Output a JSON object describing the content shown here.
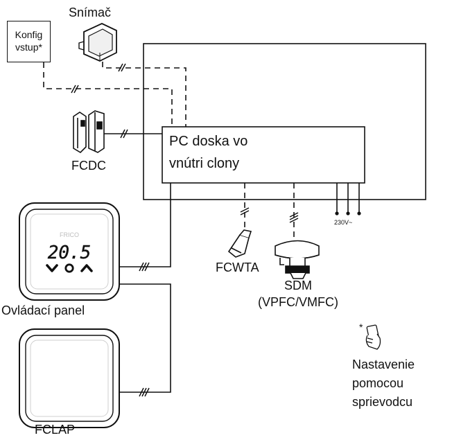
{
  "labels": {
    "snimac": "Snímač",
    "konfig_line1": "Konfig",
    "konfig_line2": "vstup*",
    "fcdc": "FCDC",
    "pc_line1": "PC doska vo",
    "pc_line2": "vnútri clony",
    "voltage": "230V~",
    "fcwta": "FCWTA",
    "sdm_line1": "SDM",
    "sdm_line2": "(VPFC/VMFC)",
    "panel_display": "20.5",
    "panel_brand": "FRICO",
    "ovladaci": "Ovládací panel",
    "fclap": "FCLAP",
    "asterisk": "*",
    "guide_line1": "Nastavenie",
    "guide_line2": "pomocou",
    "guide_line3": "sprievodcu"
  },
  "colors": {
    "line": "#111111",
    "device_fill": "#ffffff",
    "device_shade": "#e9e9e9",
    "panel_bezel": "#d8d8d8"
  },
  "icons": {
    "sensor": "sensor-box-icon",
    "fcdc": "door-contact-icon",
    "fcwta": "water-temp-sensor-icon",
    "sdm": "drive-motor-icon",
    "panel": "control-panel-icon",
    "fclap": "blank-panel-icon",
    "guide": "phone-in-hand-icon"
  }
}
